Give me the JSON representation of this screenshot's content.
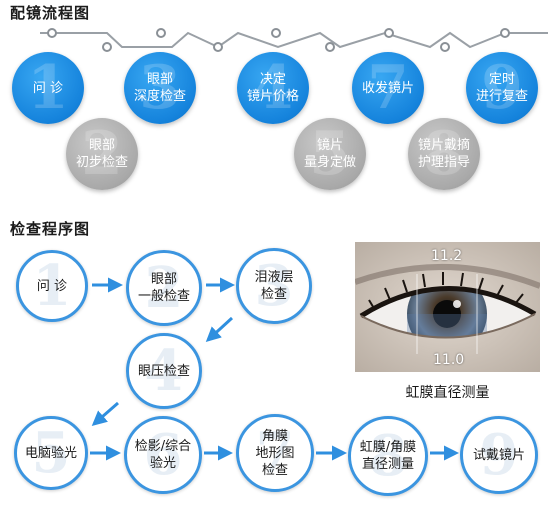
{
  "fitting_process": {
    "title": "配镜流程图",
    "steps": [
      {
        "num": "1",
        "label": "问  诊",
        "color": "blue"
      },
      {
        "num": "2",
        "label": "眼部\n初步检查",
        "color": "gray"
      },
      {
        "num": "3",
        "label": "眼部\n深度检查",
        "color": "blue"
      },
      {
        "num": "4",
        "label": "决定\n镜片价格",
        "color": "blue"
      },
      {
        "num": "5",
        "label": "镜片\n量身定做",
        "color": "gray"
      },
      {
        "num": "7",
        "label": "收发镜片",
        "color": "blue"
      },
      {
        "num": "8",
        "label": "镜片戴摘\n护理指导",
        "color": "gray"
      },
      {
        "num": "9",
        "label": "定时\n进行复查",
        "color": "blue"
      }
    ]
  },
  "exam_process": {
    "title": "检查程序图",
    "steps": [
      {
        "num": "1",
        "label": "问  诊"
      },
      {
        "num": "2",
        "label": "眼部\n一般检查"
      },
      {
        "num": "3",
        "label": "泪液层\n检查"
      },
      {
        "num": "4",
        "label": "眼压检查"
      },
      {
        "num": "5",
        "label": "电脑验光"
      },
      {
        "num": "6",
        "label": "检影/综合\n验光"
      },
      {
        "num": "7",
        "label": "角膜\n地形图\n检查"
      },
      {
        "num": "8",
        "label": "虹膜/角膜\n直径测量"
      },
      {
        "num": "9",
        "label": "试戴镜片"
      }
    ]
  },
  "iris_photo": {
    "caption": "虹膜直径测量",
    "top_value": "11.2",
    "bottom_value": "11.0"
  }
}
